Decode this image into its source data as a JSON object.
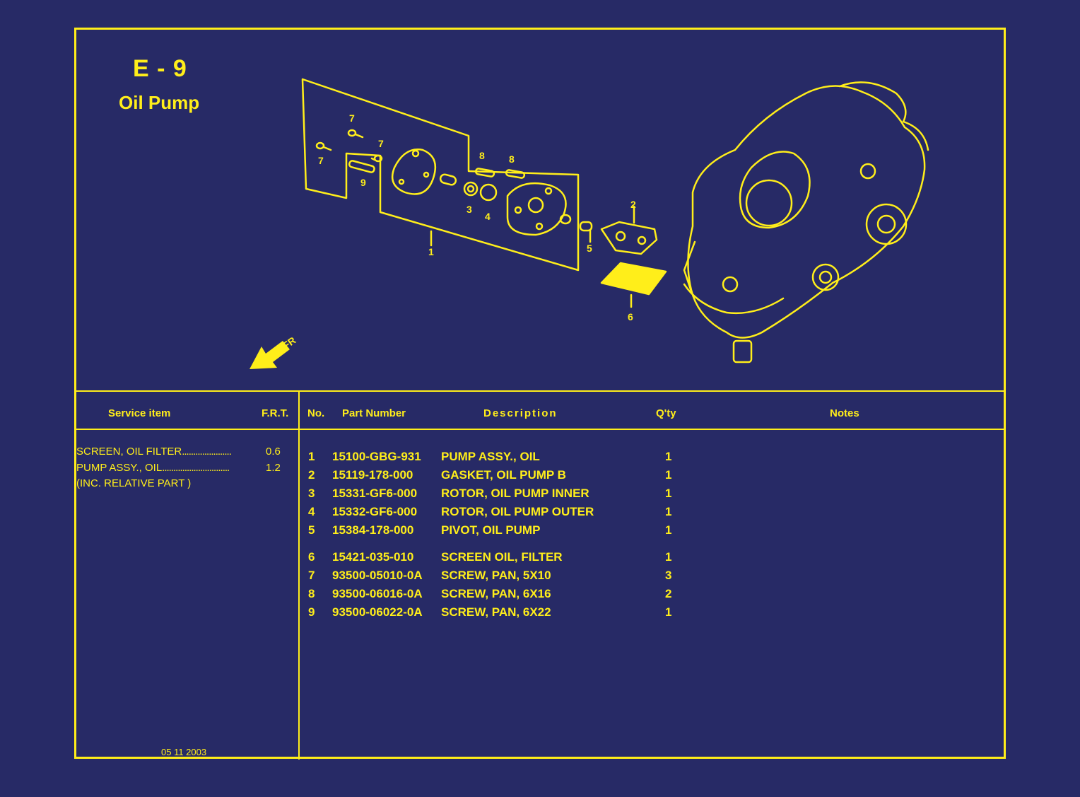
{
  "header": {
    "code": "E - 9",
    "name": "Oil Pump"
  },
  "diagram": {
    "callouts": [
      "7",
      "7",
      "7",
      "9",
      "8",
      "8",
      "3",
      "4",
      "1",
      "2",
      "5",
      "6"
    ],
    "direction_label": "FR"
  },
  "table_headers": {
    "service_item": "Service item",
    "frt": "F.R.T.",
    "no": "No.",
    "part_number": "Part Number",
    "description": "Description",
    "qty": "Q'ty",
    "notes": "Notes"
  },
  "service_items": [
    {
      "label": "SCREEN, OIL FILTER",
      "frt": "0.6"
    },
    {
      "label": "PUMP ASSY., OIL",
      "frt": "1.2"
    },
    {
      "label": "(INC. RELATIVE PART )",
      "frt": ""
    }
  ],
  "parts": [
    {
      "no": "1",
      "part_number": "15100-GBG-931",
      "description": "PUMP ASSY., OIL",
      "qty": "1"
    },
    {
      "no": "2",
      "part_number": "15119-178-000",
      "description": "GASKET, OIL PUMP B",
      "qty": "1"
    },
    {
      "no": "3",
      "part_number": "15331-GF6-000",
      "description": "ROTOR, OIL PUMP INNER",
      "qty": "1"
    },
    {
      "no": "4",
      "part_number": "15332-GF6-000",
      "description": "ROTOR, OIL PUMP OUTER",
      "qty": "1"
    },
    {
      "no": "5",
      "part_number": "15384-178-000",
      "description": "PIVOT, OIL PUMP",
      "qty": "1"
    },
    {
      "no": "6",
      "part_number": "15421-035-010",
      "description": "SCREEN OIL, FILTER",
      "qty": "1"
    },
    {
      "no": "7",
      "part_number": "93500-05010-0A",
      "description": "SCREW, PAN, 5X10",
      "qty": "3"
    },
    {
      "no": "8",
      "part_number": "93500-06016-0A",
      "description": "SCREW, PAN, 6X16",
      "qty": "2"
    },
    {
      "no": "9",
      "part_number": "93500-06022-0A",
      "description": "SCREW, PAN, 6X22",
      "qty": "1"
    }
  ],
  "footer": {
    "date": "05 11 2003"
  },
  "colors": {
    "background": "#272a66",
    "ink": "#ffee1a"
  }
}
